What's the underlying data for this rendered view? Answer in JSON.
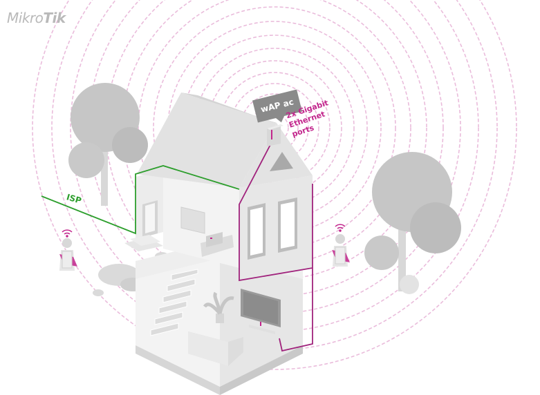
{
  "logo": {
    "brand_regular": "Mikro",
    "brand_bold": "Tik"
  },
  "device": {
    "name": "wAP ac"
  },
  "ports": {
    "line1": "2x Gigabit",
    "line2": "Ethernet ports"
  },
  "uplink": {
    "label": "ISP"
  },
  "colors": {
    "accent": "#c2258c",
    "isp_line": "#2c9e2c",
    "ethernet_line": "#a0227c",
    "signal_rings": "#e7b3d8",
    "foliage": "#c2c2c2",
    "house": "#e8e8e8",
    "callout_bg": "#8a8a8a"
  },
  "icons": [
    "wifi-icon",
    "person-laptop-icon",
    "access-point-icon",
    "tree-icon",
    "house-icon"
  ]
}
